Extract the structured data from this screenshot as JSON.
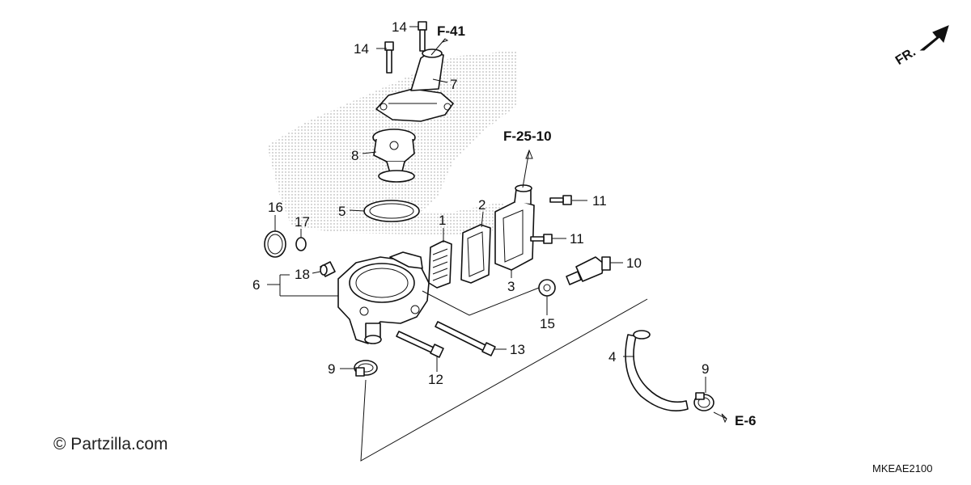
{
  "diagram": {
    "part_numbers": [
      "1",
      "2",
      "3",
      "4",
      "5",
      "6",
      "7",
      "8",
      "9",
      "9",
      "10",
      "11",
      "11",
      "12",
      "13",
      "14",
      "14",
      "15",
      "16",
      "17",
      "18"
    ],
    "references": [
      "F-41",
      "F-25-10",
      "E-6"
    ],
    "direction_label": "FR.",
    "copyright": "© Partzilla.com",
    "diagram_code": "MKEAE2100"
  }
}
